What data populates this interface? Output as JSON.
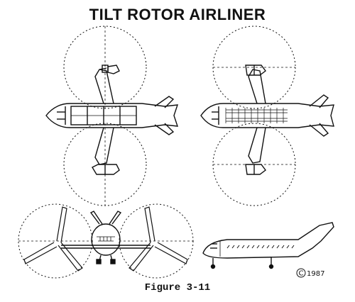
{
  "title": "TILT ROTOR AIRLINER",
  "caption": "Figure 3-11",
  "copyright": {
    "symbol": "C",
    "year": "1987"
  },
  "views": [
    "plan-view-helicopter-mode",
    "plan-view-airplane-mode",
    "front-view",
    "side-view"
  ],
  "colors": {
    "ink": "#111111",
    "paper": "#ffffff"
  }
}
